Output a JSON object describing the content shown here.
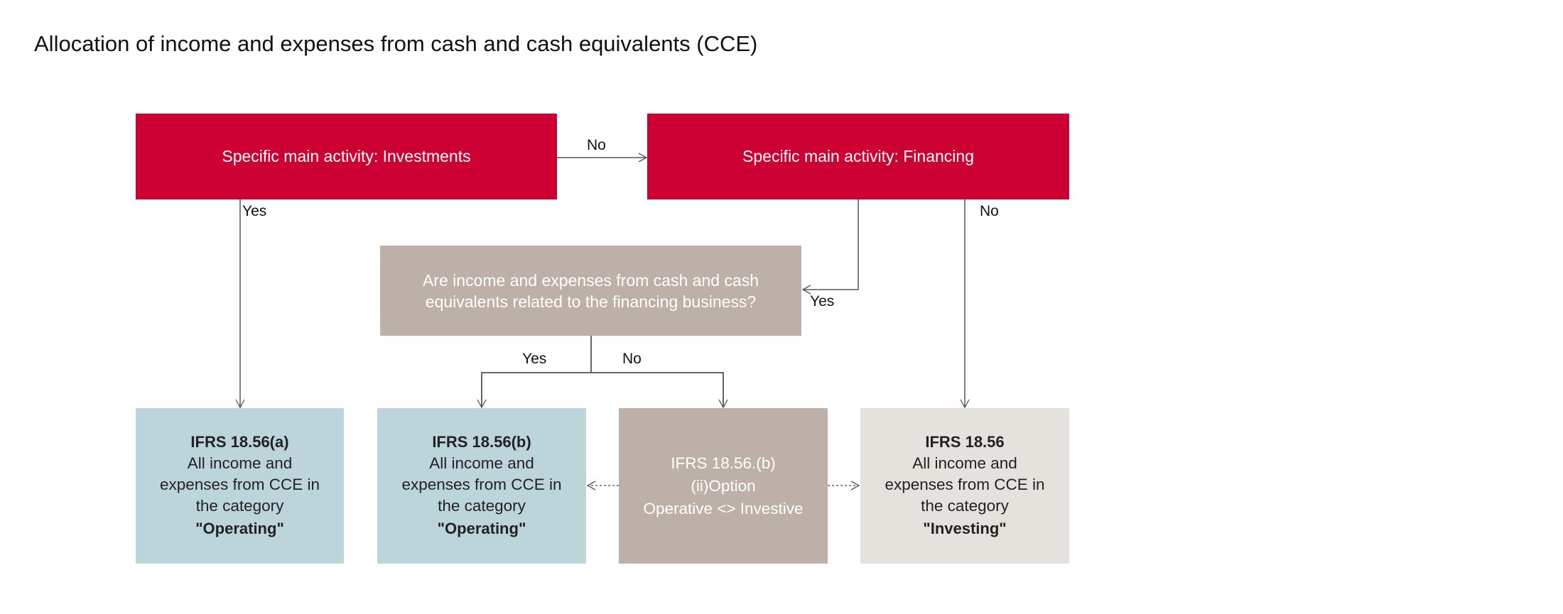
{
  "title": "Allocation of income and expenses from cash and cash equivalents (CCE)",
  "colors": {
    "decision_red": "#CC0033",
    "question_taupe": "#BDB0A8",
    "operating_blue": "#BBD5DB",
    "investing_gray": "#E5E1DD",
    "connector": "#555555"
  },
  "nodes": {
    "investments": {
      "label": "Specific main activity: Investments"
    },
    "financing": {
      "label": "Specific main activity: Financing"
    },
    "question": {
      "line1": "Are income and expenses from cash and cash",
      "line2": "equivalents related to the financing business?"
    },
    "result_a": {
      "heading": "IFRS 18.56(a)",
      "line1": "All income and",
      "line2": "expenses from CCE in",
      "line3": "the category",
      "category": "\"Operating\""
    },
    "result_b": {
      "heading": "IFRS 18.56(b)",
      "line1": "All income and",
      "line2": "expenses from CCE in",
      "line3": "the category",
      "category": "\"Operating\""
    },
    "option": {
      "line1": "IFRS 18.56.(b)",
      "line2": "(ii)Option",
      "line3": "Operative <> Investive"
    },
    "result_c": {
      "heading": "IFRS 18.56",
      "line1": "All income and",
      "line2": "expenses from CCE in",
      "line3": "the category",
      "category": "\"Investing\""
    }
  },
  "edges": {
    "investments_no": "No",
    "investments_yes": "Yes",
    "financing_yes": "Yes",
    "financing_no": "No",
    "question_yes": "Yes",
    "question_no": "No"
  }
}
